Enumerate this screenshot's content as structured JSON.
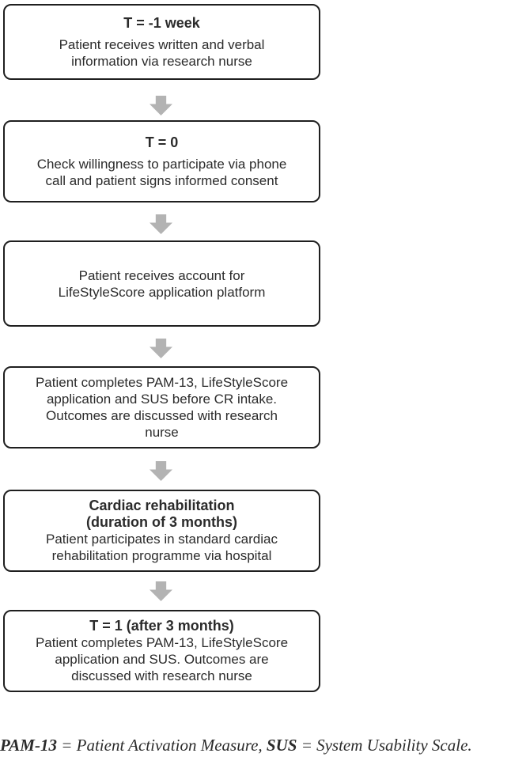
{
  "flowchart": {
    "steps": [
      {
        "heading": "T = -1 week",
        "body": [
          "Patient receives written and verbal",
          "information via research nurse"
        ]
      },
      {
        "heading": "T = 0",
        "body": [
          "Check willingness to participate via phone",
          "call and patient signs informed consent"
        ]
      },
      {
        "body": [
          "Patient receives account for",
          "LifeStyleScore application platform"
        ]
      },
      {
        "body": [
          "Patient completes PAM-13, LifeStyleScore",
          "application and SUS before CR intake.",
          "Outcomes are discussed with research",
          "nurse"
        ]
      },
      {
        "heading": [
          "Cardiac rehabilitation",
          "(duration of 3 months)"
        ],
        "body": [
          "Patient participates in standard cardiac",
          "rehabilitation programme via hospital"
        ]
      },
      {
        "heading": "T = 1 (after 3 months)",
        "body": [
          "Patient completes PAM-13, LifeStyleScore",
          "application and SUS. Outcomes are",
          "discussed with research nurse"
        ]
      }
    ]
  },
  "footer": {
    "abbrev1": "PAM-13",
    "def1": " = Patient Activation Measure, ",
    "abbrev2": "SUS",
    "def2": " = System Usability Scale."
  },
  "colors": {
    "arrow": "#b3b3b3",
    "border": "#1f1f1f",
    "text": "#2b2b2b"
  }
}
